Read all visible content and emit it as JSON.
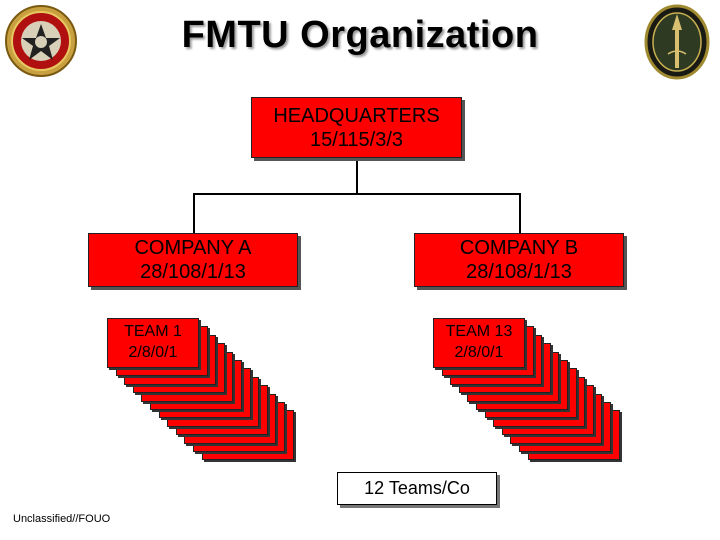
{
  "title": "FMTU Organization",
  "colors": {
    "box_fill": "#ff0000",
    "box_border": "#222222",
    "background": "#ffffff"
  },
  "logos": [
    {
      "name": "marsoc-seal-icon",
      "side": "left"
    },
    {
      "name": "ussocom-seal-icon",
      "side": "right"
    }
  ],
  "headquarters": {
    "name": "HEADQUARTERS",
    "strength": "15/115/3/3"
  },
  "companies": [
    {
      "name": "COMPANY A",
      "strength": "28/108/1/13"
    },
    {
      "name": "COMPANY B",
      "strength": "28/108/1/13"
    }
  ],
  "teams": [
    {
      "name": "TEAM 1",
      "strength": "2/8/0/1"
    },
    {
      "name": "TEAM 13",
      "strength": "2/8/0/1"
    }
  ],
  "note": "12 Teams/Co",
  "classification": "Unclassified//FOUO"
}
